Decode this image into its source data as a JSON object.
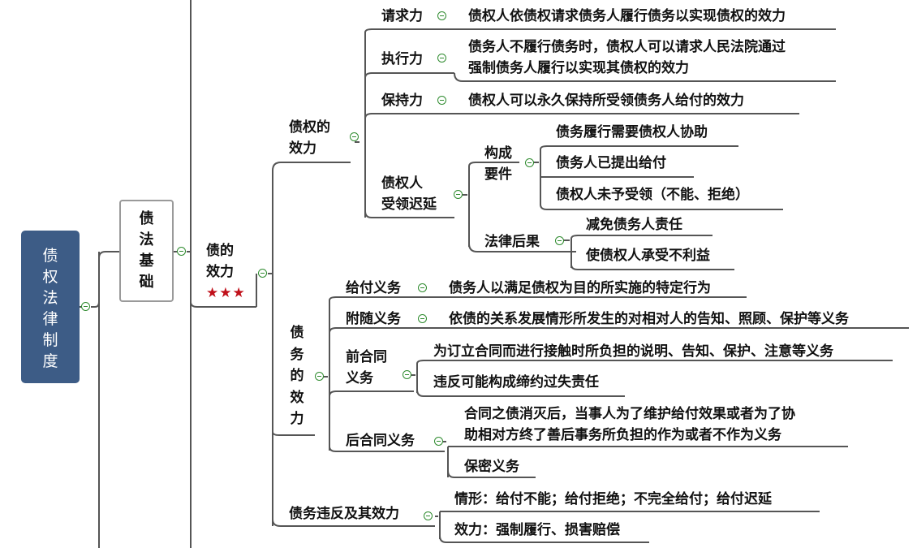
{
  "root": {
    "label": "债权法律制度"
  },
  "level1": {
    "label": "债法基础"
  },
  "effect": {
    "label": "债的\n效力",
    "stars": "★★★"
  },
  "creditor_effect": {
    "label": "债权的\n效力",
    "items": [
      {
        "label": "请求力",
        "desc": "债权人依债权请求债务人履行债务以实现债权的效力"
      },
      {
        "label": "执行力",
        "desc": "债务人不履行债务时，债权人可以请求人民法院通过\n强制债务人履行以实现其债权的效力"
      },
      {
        "label": "保持力",
        "desc": "债权人可以永久保持所受领债务人给付的效力"
      }
    ],
    "delay": {
      "label": "债权人\n受领迟延",
      "elements": {
        "label": "构成\n要件",
        "items": [
          "债务履行需要债权人协助",
          "债务人已提出给付",
          "债权人未予受领（不能、拒绝）"
        ]
      },
      "consequences": {
        "label": "法律后果",
        "items": [
          "减免债务人责任",
          "使债权人承受不利益"
        ]
      }
    }
  },
  "debt_effect": {
    "label": "债务的效力",
    "payment": {
      "label": "给付义务",
      "desc": "债务人以满足债权为目的所实施的特定行为"
    },
    "ancillary": {
      "label": "附随义务",
      "desc": "依债的关系发展情形所发生的对相对人的告知、照顾、保护等义务"
    },
    "pre_contract": {
      "label": "前合同\n义务",
      "items": [
        "为订立合同而进行接触时所负担的说明、告知、保护、注意等义务",
        "违反可能构成缔约过失责任"
      ]
    },
    "post_contract": {
      "label": "后合同义务",
      "items": [
        "合同之债消灭后，当事人为了维护给付效果或者为了协\n助相对方终了善后事务所负担的作为或者不作为义务",
        "保密义务"
      ]
    }
  },
  "breach": {
    "label": "债务违反及其效力",
    "items": [
      "情形：给付不能；给付拒绝；不完全给付；给付迟延",
      "效力：强制履行、损害赔偿"
    ]
  }
}
